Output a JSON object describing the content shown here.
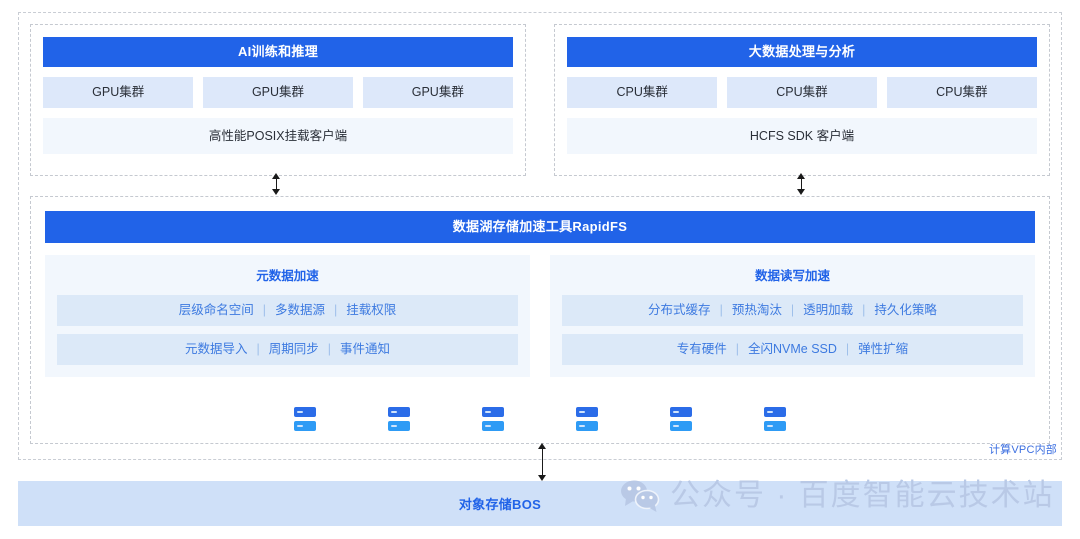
{
  "diagram": {
    "vpc_label": "计算VPC内部",
    "workloads": [
      {
        "title": "AI训练和推理",
        "clusters": [
          "GPU集群",
          "GPU集群",
          "GPU集群"
        ],
        "client": "高性能POSIX挂载客户端"
      },
      {
        "title": "大数据处理与分析",
        "clusters": [
          "CPU集群",
          "CPU集群",
          "CPU集群"
        ],
        "client": "HCFS SDK 客户端"
      }
    ],
    "rapidfs": {
      "title": "数据湖存储加速工具RapidFS",
      "panels": [
        {
          "title": "元数据加速",
          "rows": [
            [
              "层级命名空间",
              "多数据源",
              "挂载权限"
            ],
            [
              "元数据导入",
              "周期同步",
              "事件通知"
            ]
          ]
        },
        {
          "title": "数据读写加速",
          "rows": [
            [
              "分布式缓存",
              "预热淘汰",
              "透明加载",
              "持久化策略"
            ],
            [
              "专有硬件",
              "全闪NVMe SSD",
              "弹性扩缩"
            ]
          ]
        }
      ],
      "server_icon_count": 6,
      "server_icon_name": "server-rack-icon"
    },
    "storage": {
      "label": "对象存储BOS"
    },
    "watermark": {
      "text": "公众号 · 百度智能云技术站",
      "icon": "wechat-icon"
    },
    "colors": {
      "brand_blue": "#2163e8",
      "header_text": "#ffffff",
      "cluster_fill": "#dde8fa",
      "panel_fill": "#f2f7fd",
      "feature_fill": "#dce9f8",
      "feature_text": "#3d7ae0",
      "bos_fill": "#cfe0f8",
      "dashed_border": "#c5c9d0",
      "watermark": "#b9c9e6"
    }
  }
}
